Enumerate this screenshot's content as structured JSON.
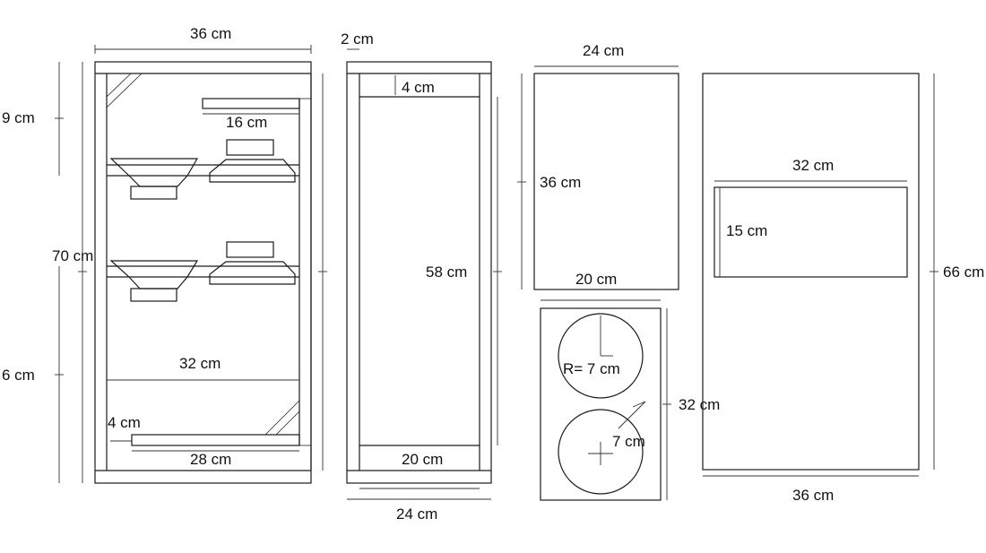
{
  "colors": {
    "ink": "#1a1a1a",
    "paper": "#ffffff"
  },
  "labels": {
    "side_width": "36 cm",
    "side_top_gap": "9 cm",
    "side_height": "70 cm",
    "side_bottom_gap": "6 cm",
    "tweeter_shelf": "16 cm",
    "inner_width": "32 cm",
    "bottom_offset": "4 cm",
    "port_length": "28 cm",
    "panel_thickness": "2 cm",
    "front_top": "4 cm",
    "front_inner_height": "58 cm",
    "front_inner_width": "20 cm",
    "front_width": "24 cm",
    "top_panel_width": "24 cm",
    "top_panel_height": "36 cm",
    "top_panel_inner": "20 cm",
    "baffle_radius": "R= 7 cm",
    "baffle_radius2": "7 cm",
    "baffle_height": "32 cm",
    "back_width": "36 cm",
    "back_height": "66 cm",
    "back_opening_width": "32 cm",
    "back_opening_height": "15 cm"
  }
}
